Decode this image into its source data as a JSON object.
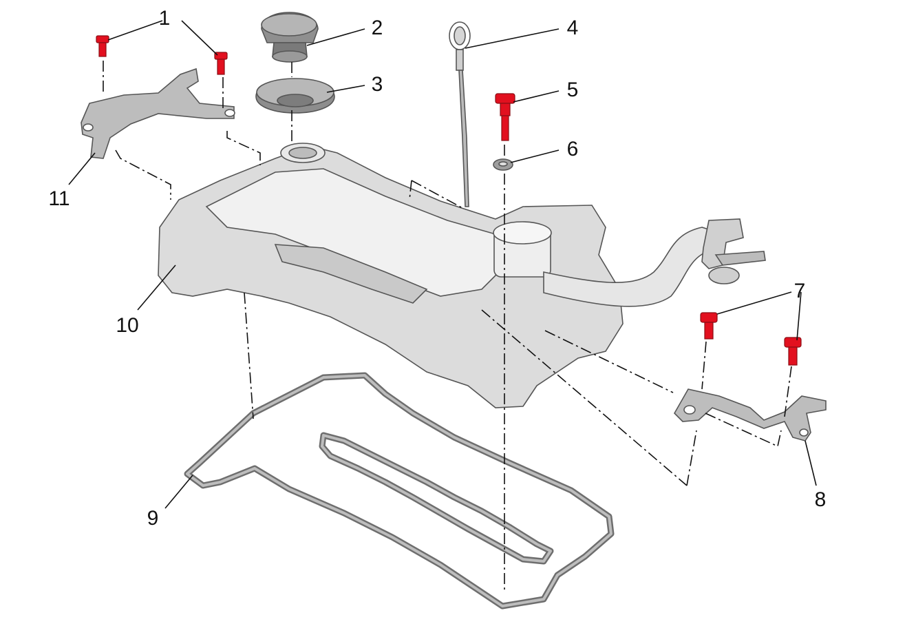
{
  "callouts": [
    {
      "num": "1"
    },
    {
      "num": "2"
    },
    {
      "num": "3"
    },
    {
      "num": "4"
    },
    {
      "num": "5"
    },
    {
      "num": "6"
    },
    {
      "num": "7"
    },
    {
      "num": "8"
    },
    {
      "num": "9"
    },
    {
      "num": "10"
    },
    {
      "num": "11"
    }
  ],
  "colors": {
    "fastener_red": "#e2101f",
    "part_grey": "#dcdcdc",
    "outline": "#555555",
    "line": "#111111"
  }
}
